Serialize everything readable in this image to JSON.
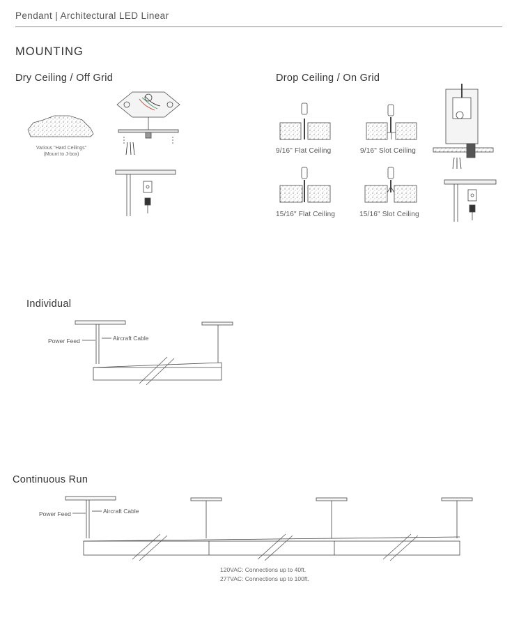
{
  "header": {
    "title": "Pendant | Architectural LED Linear"
  },
  "section_title": "MOUNTING",
  "dry": {
    "title": "Dry Ceiling / Off Grid",
    "caption_line1": "Various \"Hard Ceilings\"",
    "caption_line2": "(Mount to J-box)"
  },
  "drop": {
    "title": "Drop Ceiling / On Grid",
    "captions": [
      "9/16\" Flat Ceiling",
      "9/16\" Slot Ceiling",
      "15/16\" Flat Ceiling",
      "15/16\" Slot  Ceiling"
    ]
  },
  "individual": {
    "title": "Individual",
    "power_feed": "Power Feed",
    "aircraft_cable": "Aircraft Cable"
  },
  "continuous": {
    "title": "Continuous Run",
    "power_feed": "Power Feed",
    "aircraft_cable": "Aircraft Cable",
    "note_120": "120VAC: Connections up to 40ft.",
    "note_277": "277VAC: Connections up to 100ft."
  }
}
